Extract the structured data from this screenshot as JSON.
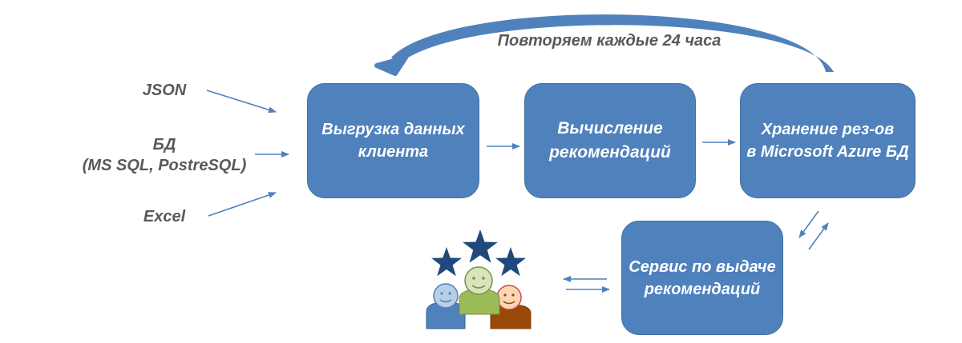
{
  "loop_label": "Повторяем каждые 24 часа",
  "sources": {
    "json": "JSON",
    "db_line1": "БД",
    "db_line2": "(MS SQL, PostreSQL)",
    "excel": "Excel"
  },
  "boxes": {
    "export": "Выгрузка данных\nклиента",
    "compute": "Вычисление\nрекомендаций",
    "storage": "Хранение рез-ов\nв Microsoft Azure БД",
    "service": "Сервис по выдаче\nрекомендаций"
  },
  "colors": {
    "box_fill": "#4f81bd",
    "arrow": "#4f81bd",
    "star": "#1f497d",
    "person_blue": "#4f81bd",
    "person_green": "#9bbb59",
    "person_orange": "#984807"
  }
}
